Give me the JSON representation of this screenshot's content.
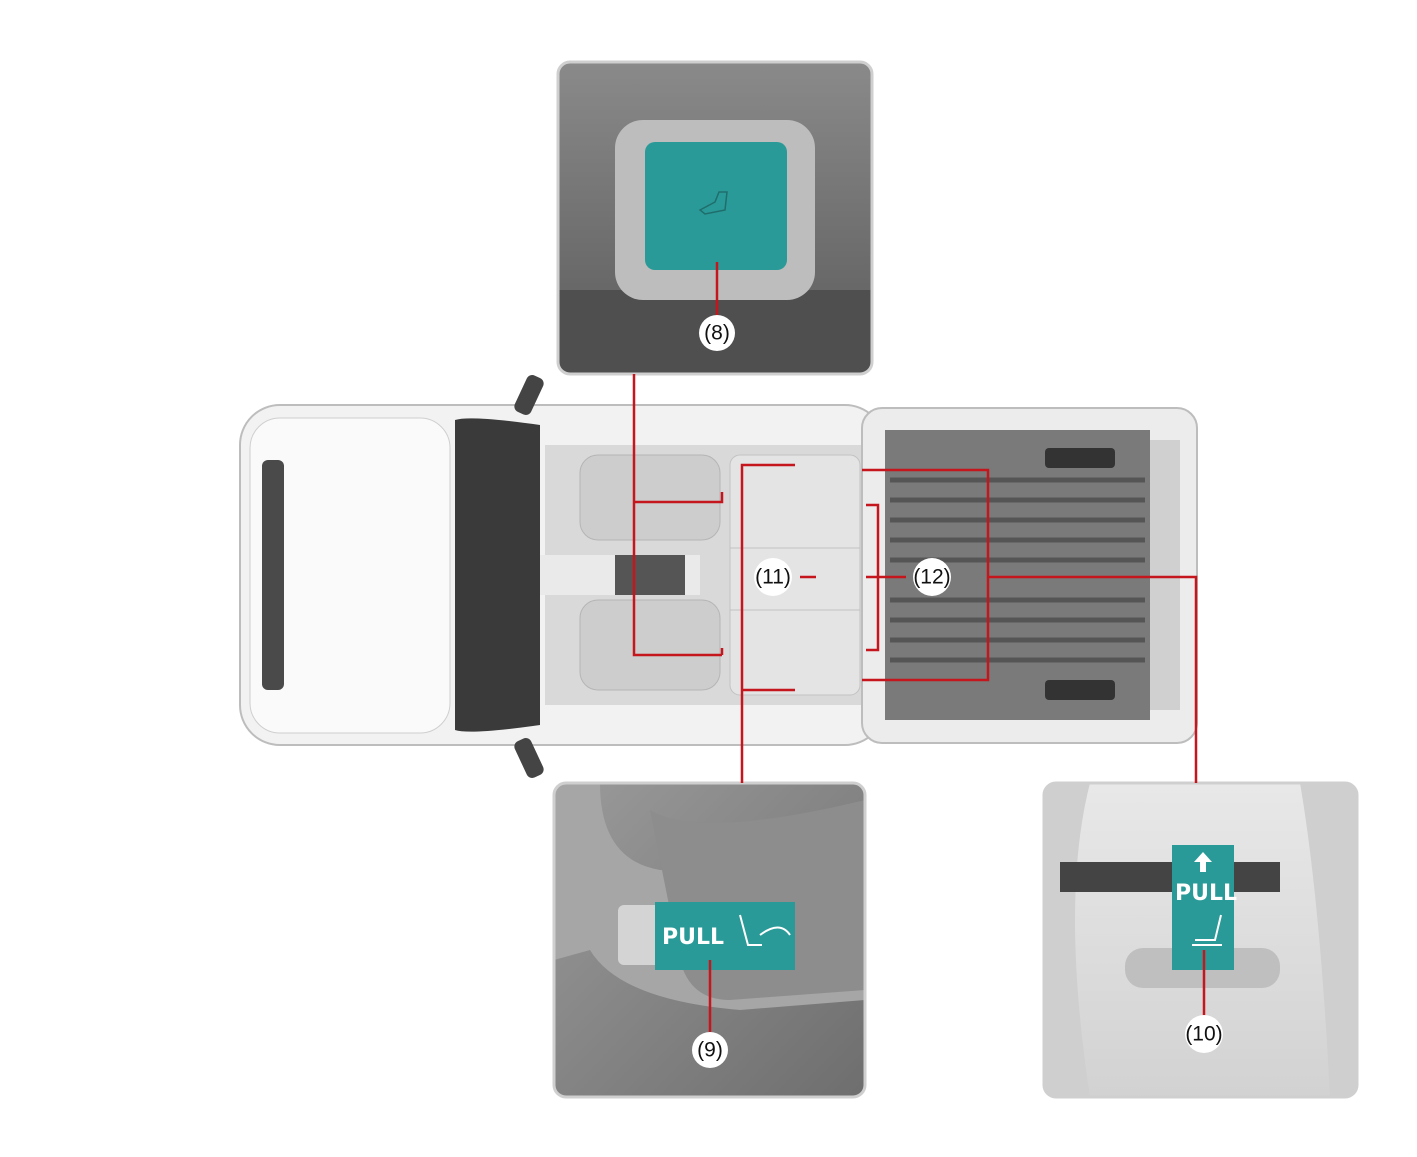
{
  "callouts": {
    "c8": "(8)",
    "c9": "(9)",
    "c10": "(10)",
    "c11": "(11)",
    "c12": "(12)"
  },
  "tags": {
    "panel9_text": "PULL",
    "panel10_text": "PULL"
  },
  "colors": {
    "leader_line": "#c4161c",
    "strap_teal": "#2a9a98",
    "panel_border": "#cfcfcf"
  }
}
